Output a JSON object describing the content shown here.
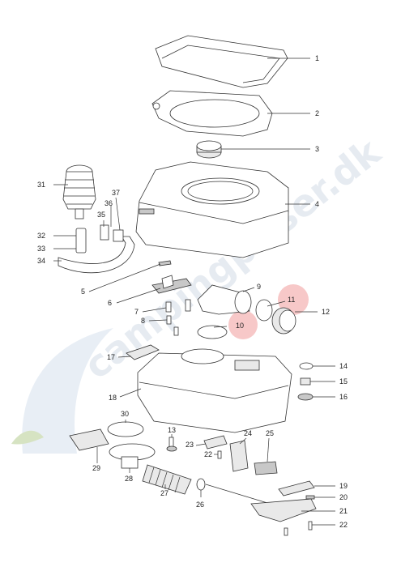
{
  "watermark": {
    "text": "campingpriser.dk",
    "accent_color": "#c9d9b0",
    "text_color": "#dfe5ee"
  },
  "highlight_color": "#f4b6b6",
  "callouts": [
    {
      "id": "1",
      "label": "1"
    },
    {
      "id": "2",
      "label": "2"
    },
    {
      "id": "3",
      "label": "3"
    },
    {
      "id": "4",
      "label": "4"
    },
    {
      "id": "5",
      "label": "5"
    },
    {
      "id": "6",
      "label": "6"
    },
    {
      "id": "7",
      "label": "7"
    },
    {
      "id": "8",
      "label": "8"
    },
    {
      "id": "9",
      "label": "9"
    },
    {
      "id": "10",
      "label": "10",
      "highlighted": true
    },
    {
      "id": "11",
      "label": "11",
      "highlighted": true
    },
    {
      "id": "12",
      "label": "12"
    },
    {
      "id": "13",
      "label": "13"
    },
    {
      "id": "14",
      "label": "14"
    },
    {
      "id": "15",
      "label": "15"
    },
    {
      "id": "16",
      "label": "16"
    },
    {
      "id": "17",
      "label": "17"
    },
    {
      "id": "18",
      "label": "18"
    },
    {
      "id": "19",
      "label": "19"
    },
    {
      "id": "20",
      "label": "20"
    },
    {
      "id": "21",
      "label": "21"
    },
    {
      "id": "22a",
      "label": "22"
    },
    {
      "id": "22b",
      "label": "22"
    },
    {
      "id": "23",
      "label": "23"
    },
    {
      "id": "24",
      "label": "24"
    },
    {
      "id": "25",
      "label": "25"
    },
    {
      "id": "26",
      "label": "26"
    },
    {
      "id": "27",
      "label": "27"
    },
    {
      "id": "28",
      "label": "28"
    },
    {
      "id": "29",
      "label": "29"
    },
    {
      "id": "30",
      "label": "30"
    },
    {
      "id": "31",
      "label": "31"
    },
    {
      "id": "32",
      "label": "32"
    },
    {
      "id": "33",
      "label": "33"
    },
    {
      "id": "34",
      "label": "34"
    },
    {
      "id": "35",
      "label": "35"
    },
    {
      "id": "36",
      "label": "36"
    },
    {
      "id": "37",
      "label": "37"
    }
  ]
}
